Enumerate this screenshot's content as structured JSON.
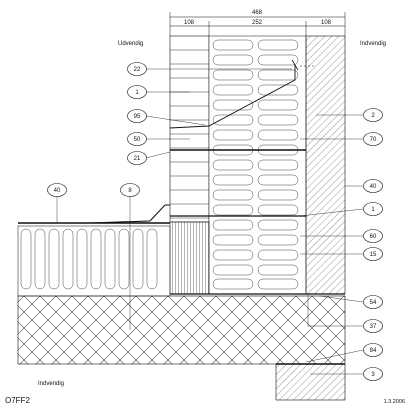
{
  "dimensions": {
    "total": "468",
    "left": "108",
    "middle": "252",
    "right": "108"
  },
  "labels": {
    "outside": "Udvendig",
    "inside_right": "Indvendig",
    "inside_bottom": "Indvendig"
  },
  "callouts_left": [
    "22",
    "1",
    "95",
    "50",
    "21"
  ],
  "callouts_left_low": [
    "40",
    "8"
  ],
  "callouts_right": [
    "2",
    "70",
    "40",
    "1",
    "60",
    "15",
    "54",
    "37",
    "84",
    "3"
  ],
  "drawing_code": "O7FF2",
  "date": "1.3.2006"
}
